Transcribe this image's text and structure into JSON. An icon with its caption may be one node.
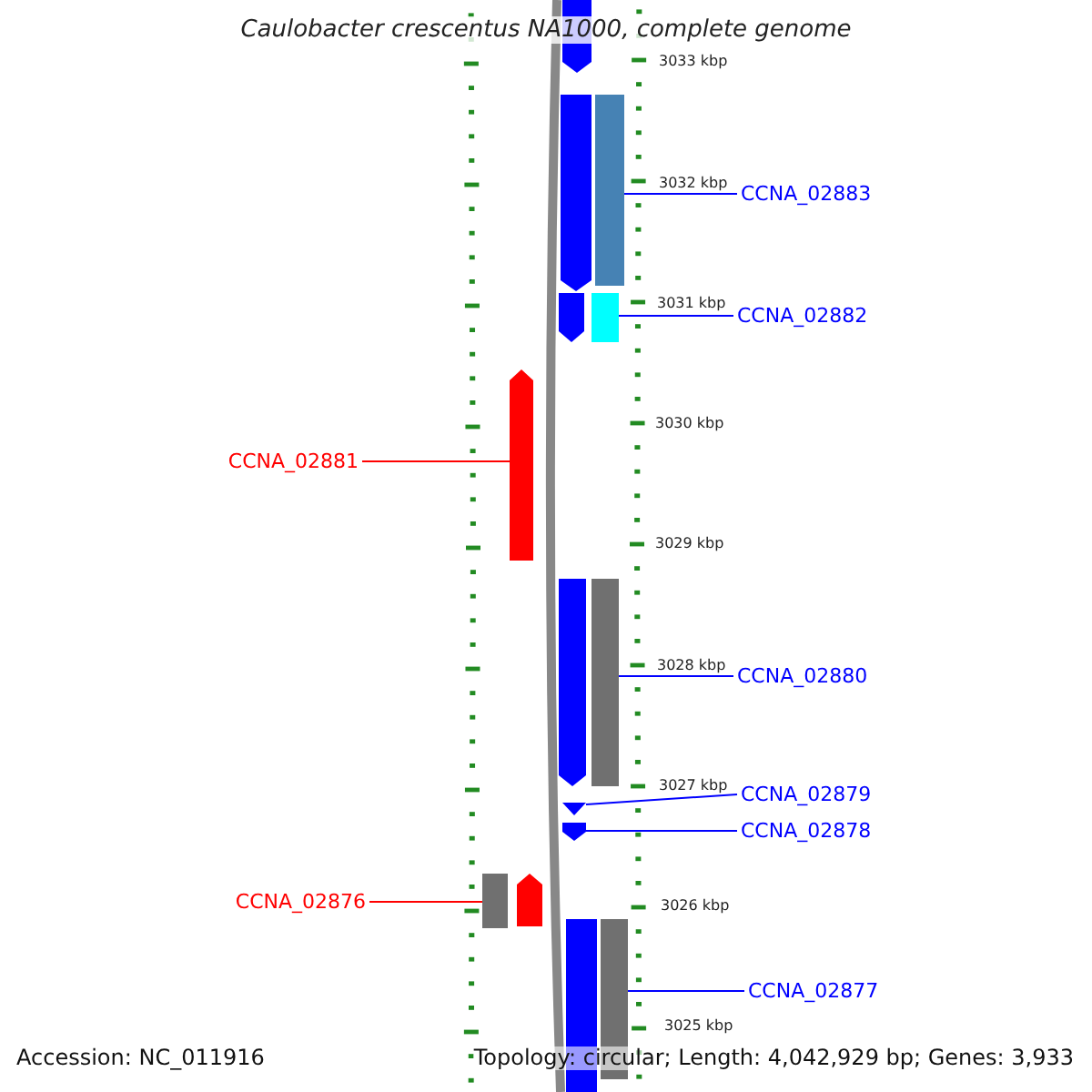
{
  "diagram": {
    "title": "Caulobacter crescentus NA1000, complete genome",
    "nodes": [
      {
        "text": [
          "CCNA_02883"
        ]
      },
      {
        "text": [],
        "shape": "bar"
      },
      {
        "text": [
          "CCNA_02882"
        ]
      },
      {
        "text": [],
        "shape": "bar"
      },
      {
        "text": [
          "CCNA_02881"
        ]
      },
      {
        "text": [],
        "shape": "bar"
      },
      {
        "text": [
          "CCNA_02880"
        ]
      },
      {
        "text": [],
        "shape": "bar"
      },
      {
        "text": [
          "CCNA_02879"
        ]
      },
      {
        "text": [],
        "shape": "bar"
      },
      {
        "text": [
          "CCNA_02878"
        ]
      },
      {
        "text": [],
        "shape": "bar"
      },
      {
        "text": [
          "CCNA_02876"
        ]
      },
      {
        "text": [],
        "shape": "bar"
      },
      {
        "text": [
          "CCNA_02877"
        ]
      },
      {
        "text": [],
        "shape": "bar"
      }
    ],
    "edges": [
      {
        "from": 0,
        "to": 1,
        "arrow": "none"
      },
      {
        "from": 2,
        "to": 3,
        "arrow": "none"
      },
      {
        "from": 4,
        "to": 5,
        "arrow": "none",
        "color": "#ff0000"
      },
      {
        "from": 6,
        "to": 7,
        "arrow": "none"
      },
      {
        "from": 8,
        "to": 9,
        "arrow": "none"
      },
      {
        "from": 10,
        "to": 11,
        "arrow": "none"
      },
      {
        "from": 12,
        "to": 13,
        "arrow": "none",
        "color": "#ff0000"
      },
      {
        "from": 14,
        "to": 15,
        "arrow": "none"
      }
    ],
    "labels": [
      "3033 kbp",
      "3032 kbp",
      "3031 kbp",
      "3030 kbp",
      "3029 kbp",
      "3028 kbp",
      "3027 kbp",
      "3026 kbp",
      "3025 kbp",
      "Accession: NC_011916",
      "Topology: circular; Length: 4,042,929 bp; Genes: 3,933"
    ]
  }
}
